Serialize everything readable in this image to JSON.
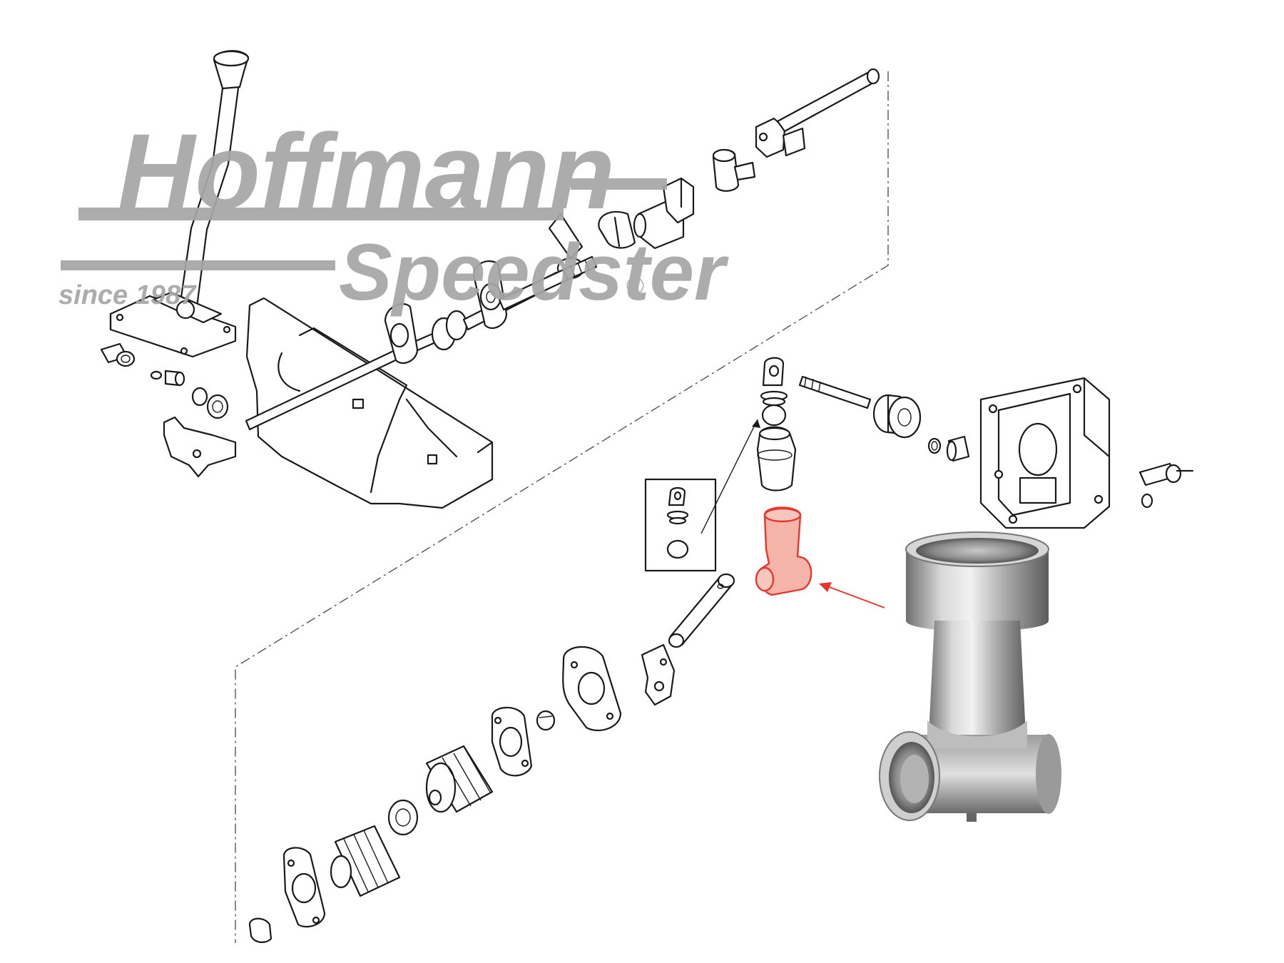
{
  "logo": {
    "line1": "Hoffmann",
    "line2": "Speedster",
    "tagline": "since 1987",
    "registered": "®",
    "color": "#a6a6a6"
  },
  "highlight": {
    "part_color": "#e5362f",
    "part_fill": "#f4b5a8"
  },
  "icons": [
    "gear-shift-lever",
    "shift-rod",
    "transmission-cover",
    "clevis-joint",
    "shift-rod-coupling",
    "rubber-boot",
    "photo-of-part"
  ]
}
